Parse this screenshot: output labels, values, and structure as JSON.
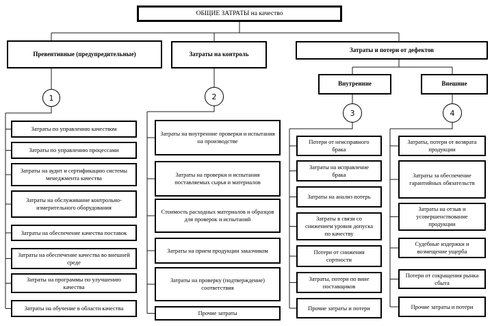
{
  "root_label": "ОБЩИЕ ЗАТРАТЫ на качество",
  "branches": [
    {
      "label": "Превентивные (предупредительные)"
    },
    {
      "label": "Затраты на контроль"
    },
    {
      "label": "Затраты и потери от дефектов"
    }
  ],
  "defect_types": [
    {
      "label": "Внутренние"
    },
    {
      "label": "Внешние"
    }
  ],
  "circles": [
    "1",
    "2",
    "3",
    "4"
  ],
  "columns": [
    {
      "items": [
        "Затраты по управлению качеством",
        "Затраты по управлению процессами",
        "Затраты на аудит и сертификацию системы менеджмента качества",
        "Затраты на обслуживание контрольно-измерительного оборудования",
        "Затраты на обеспечение качества поставок",
        "Затраты на обеспечение качества во внешней среде",
        "Затраты на программы по улучшению качества",
        "Затраты на обучение в области качества"
      ]
    },
    {
      "items": [
        "Затраты на внутренние проверки и испытания на производстве",
        "Затраты на проверки и испытания поставляемых сырья и материалов",
        "Стоимость расходных материалов и образцов для проверок и испытаний",
        "Затраты на прием продукции заказчиком",
        "Затраты на проверку (подтверждение) соответствия",
        "Прочие затраты"
      ]
    },
    {
      "items": [
        "Потери от неисправного брака",
        "Затраты на исправление брака",
        "Затраты на анализ потерь",
        "Затраты в связи со снижением уровня допуска по качеству",
        "Потери от снижения сортности",
        "Затраты, потери по вине поставщиков",
        "Прочие затраты и потери"
      ]
    },
    {
      "items": [
        "Затраты, потери от возврата продукции",
        "Затраты за обеспечение гарантийных обязательств",
        "Затраты на отзыв и усовершенствование продукции",
        "Судебные издержки и возмещение ущерба",
        "Потери от сокращения рынка сбыта",
        "Прочие затраты и потери"
      ]
    }
  ]
}
